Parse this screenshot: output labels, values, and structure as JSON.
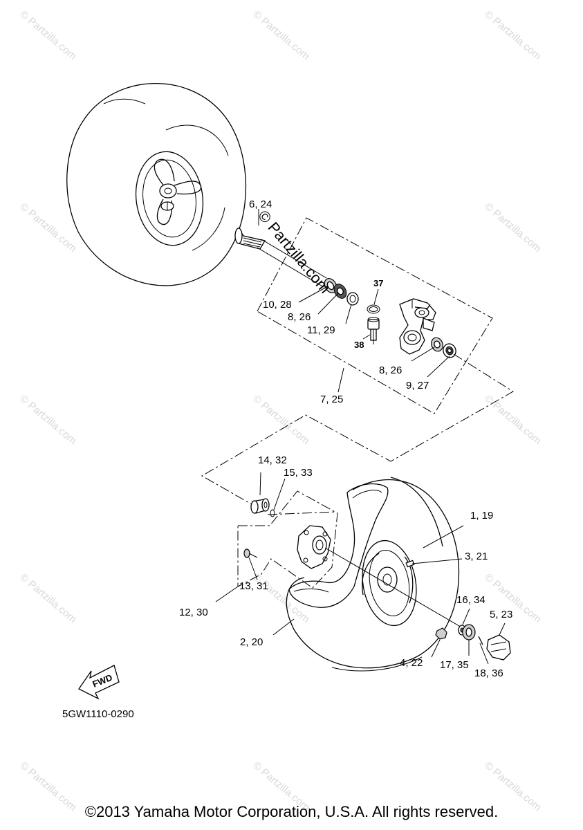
{
  "watermark": "© Partzilla.com",
  "stamp": "© Partzilla.com",
  "diagram_code": "5GW1110-0290",
  "fwd_label": "FWD",
  "copyright": "©2013 Yamaha Motor Corporation, U.S.A. All rights reserved.",
  "callouts": {
    "c6_24": "6, 24",
    "c10_28": "10, 28",
    "c8_26a": "8, 26",
    "c11_29": "11, 29",
    "c37": "37",
    "c38": "38",
    "c8_26b": "8, 26",
    "c9_27": "9, 27",
    "c7_25": "7, 25",
    "c14_32": "14, 32",
    "c15_33": "15, 33",
    "c1_19": "1, 19",
    "c3_21": "3, 21",
    "c13_31": "13, 31",
    "c12_30": "12, 30",
    "c16_34": "16, 34",
    "c5_23": "5, 23",
    "c2_20": "2, 20",
    "c4_22": "4, 22",
    "c17_35": "17, 35",
    "c18_36": "18, 36"
  }
}
